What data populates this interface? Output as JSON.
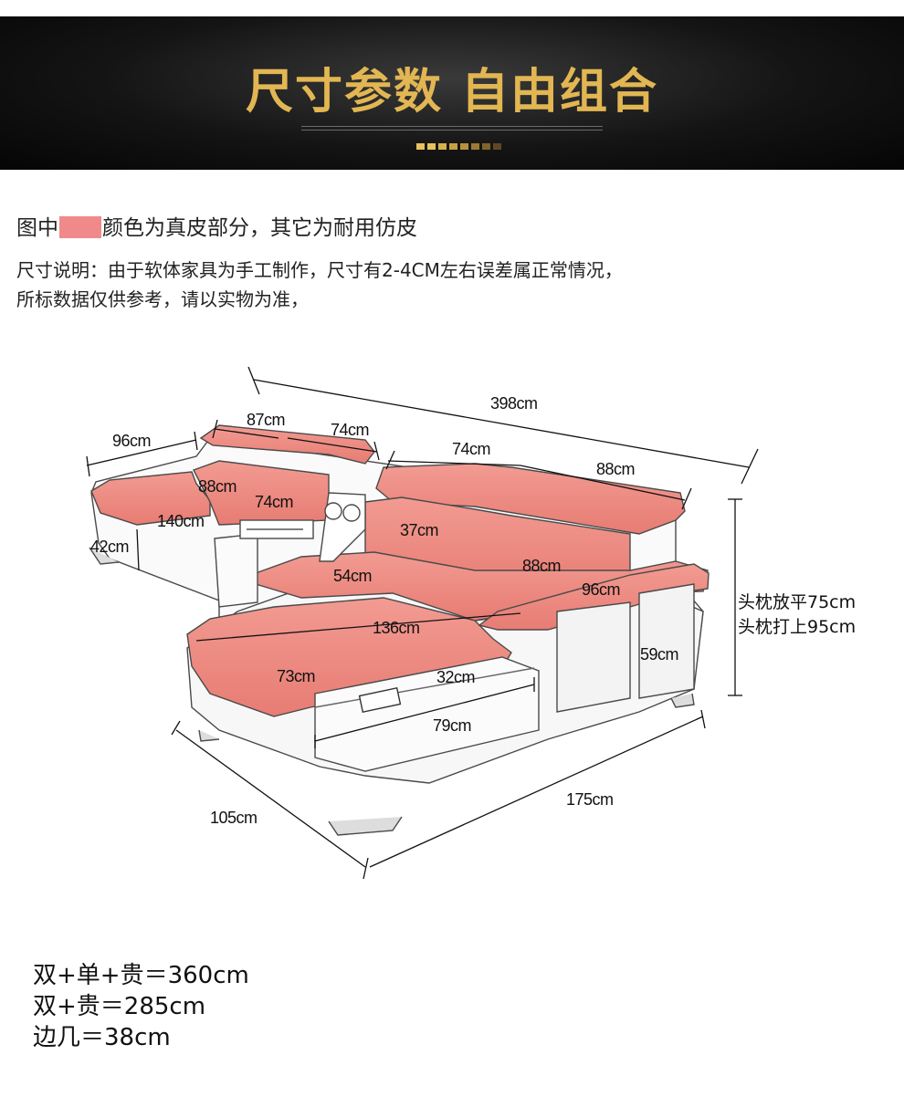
{
  "banner": {
    "title": "尺寸参数  自由组合",
    "dot_colors": [
      "#e8c15a",
      "#e8c15a",
      "#d9b04e",
      "#c9a045",
      "#b8913d",
      "#9c7a33",
      "#7f642a",
      "#5c4a22"
    ]
  },
  "notes": {
    "line1_prefix": "图中",
    "line1_suffix": "颜色为真皮部分，其它为耐用仿皮",
    "line2": "尺寸说明：由于软体家具为手工制作，尺寸有2-4CM左右误差属正常情况，",
    "line3": "所标数据仅供参考，请以实物为准，",
    "leather_color": "#f08a8a"
  },
  "dimensions": {
    "total_length": "398cm",
    "d96_left": "96cm",
    "d87": "87cm",
    "d74_top_mid": "74cm",
    "d74_top_right": "74cm",
    "d88_top_right": "88cm",
    "d88_seat": "88cm",
    "d74_seat": "74cm",
    "d140": "140cm",
    "d42": "42cm",
    "d37": "37cm",
    "d54": "54cm",
    "d88_back": "88cm",
    "d96_arm": "96cm",
    "d136": "136cm",
    "d59": "59cm",
    "d73": "73cm",
    "d32": "32cm",
    "d79": "79cm",
    "d175": "175cm",
    "d105": "105cm",
    "headrest_flat": "头枕放平75cm",
    "headrest_up": "头枕打上95cm"
  },
  "summary": {
    "line1": "双+单+贵＝360cm",
    "line2": "双+贵＝285cm",
    "line3": "边几＝38cm"
  }
}
